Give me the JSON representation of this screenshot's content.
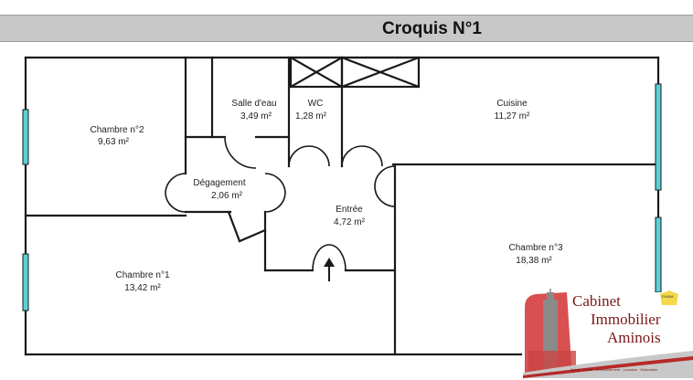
{
  "header": {
    "title": "Croquis N°1"
  },
  "rooms": [
    {
      "id": "chambre-2",
      "name": "Chambre n°2",
      "area": "9,63  m²"
    },
    {
      "id": "salle-eau",
      "name": "Salle d'eau",
      "area": "3,49  m²"
    },
    {
      "id": "wc",
      "name": "WC",
      "area": "1,28  m²"
    },
    {
      "id": "cuisine",
      "name": "Cuisine",
      "area": "11,27  m²"
    },
    {
      "id": "degagement",
      "name": "Dégagement",
      "area": "2,06  m²"
    },
    {
      "id": "entree",
      "name": "Entrée",
      "area": "4,72  m²"
    },
    {
      "id": "chambre-1",
      "name": "Chambre n°1",
      "area": "13,42  m²"
    },
    {
      "id": "chambre-3",
      "name": "Chambre n°3",
      "area": "18,38  m²"
    }
  ],
  "logo": {
    "line1": "Cabinet",
    "line2": "Immobilier",
    "line3": "Aminois",
    "badge": "FNAIM",
    "tagline": "Achat · Vente · Investissement · Location · Estimation"
  },
  "colors": {
    "window": "#5ad1d6",
    "wall": "#1a1a1a",
    "header_bg": "#c8c8c8",
    "logo_text": "#7a1818"
  },
  "icons": [
    "entrance-arrow-icon",
    "window-icon",
    "door-swing-icon",
    "ventilation-duct-icon",
    "tower-logo-icon"
  ]
}
